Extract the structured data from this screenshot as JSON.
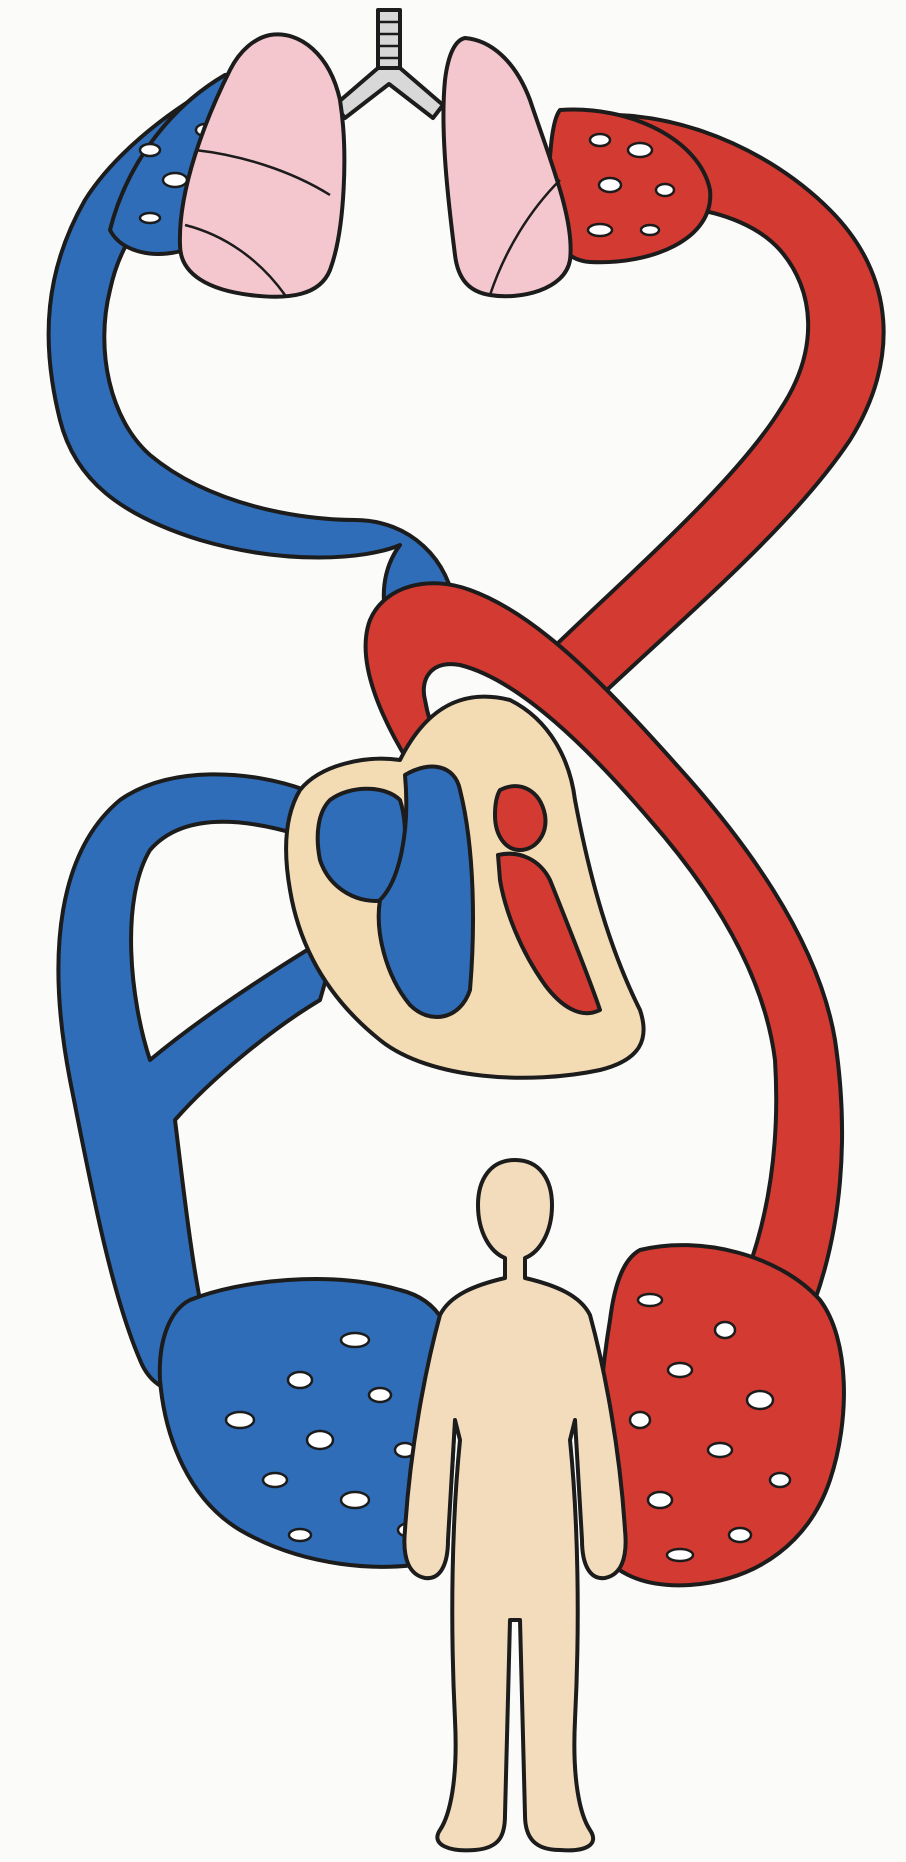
{
  "title": "",
  "labels": [],
  "colors": {
    "deoxygenated": "#2f6db8",
    "oxygenated": "#d23a32",
    "lung": "#f4c7cf",
    "heart_wall": "#f3dcb4",
    "body": "#f2dcbc",
    "trachea": "#d8d8d8",
    "paper": "#fbfbf9",
    "outline": "#1c1c1c"
  },
  "parts": [
    "trachea",
    "left-lung",
    "right-lung",
    "pulmonary-capillary-bed-deoxygenated",
    "pulmonary-capillary-bed-oxygenated",
    "pulmonary-artery",
    "pulmonary-vein",
    "aorta",
    "heart",
    "right-atrium",
    "right-ventricle",
    "left-atrium",
    "left-ventricle",
    "vena-cava",
    "systemic-capillary-bed-deoxygenated",
    "systemic-capillary-bed-oxygenated",
    "human-body"
  ]
}
